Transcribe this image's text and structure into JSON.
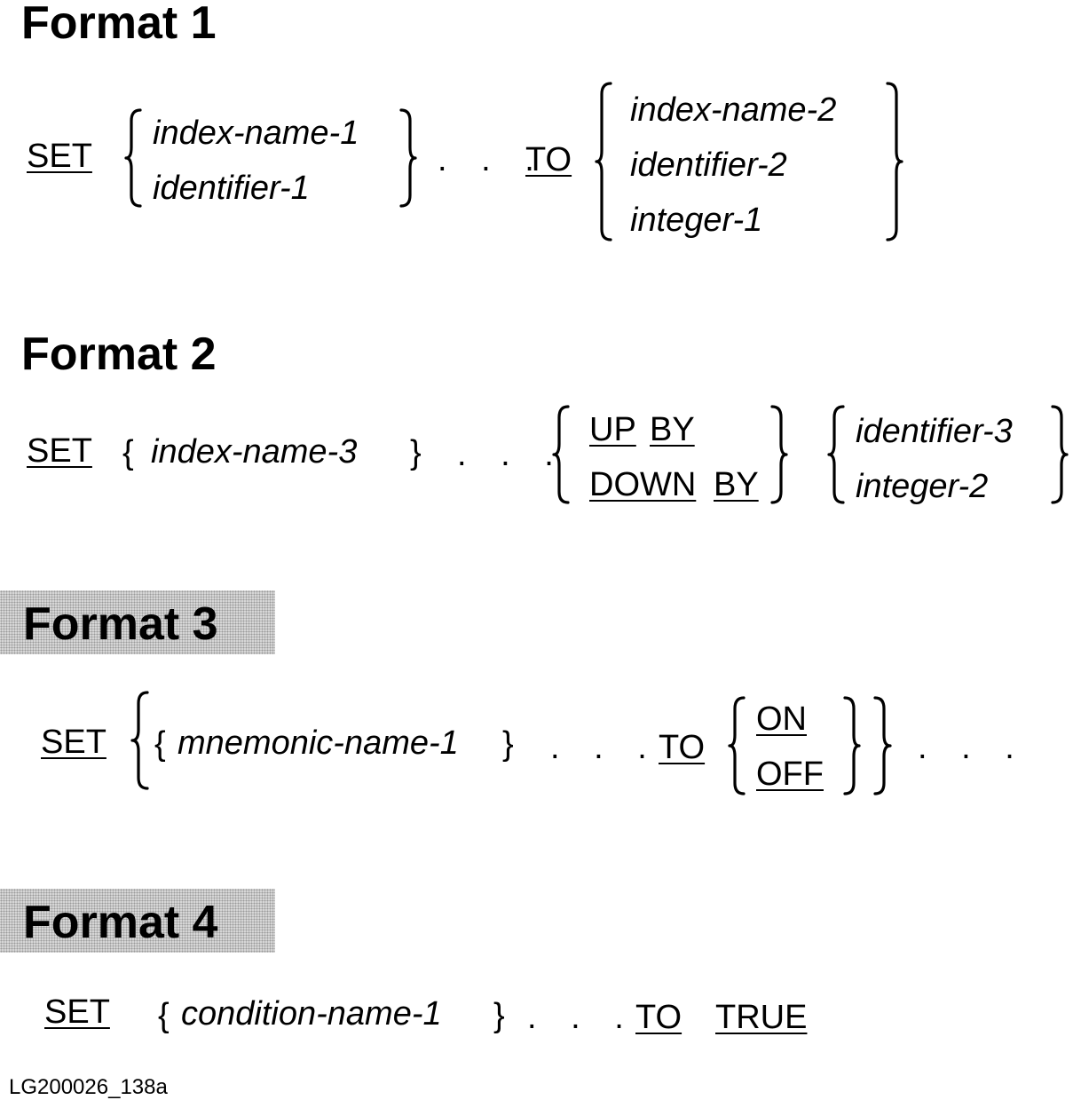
{
  "formats": [
    {
      "heading": "Format 1",
      "highlighted": false,
      "set": "SET",
      "group1": [
        "index-name-1",
        "identifier-1"
      ],
      "ellipsis": ". . .",
      "to": "TO",
      "group2": [
        "index-name-2",
        "identifier-2",
        "integer-1"
      ]
    },
    {
      "heading": "Format 2",
      "highlighted": false,
      "set": "SET",
      "open_brace": "{",
      "operand": "index-name-3",
      "close_brace": "}",
      "ellipsis": ". . .",
      "direction": [
        [
          "UP",
          "BY"
        ],
        [
          "DOWN",
          "BY"
        ]
      ],
      "group2": [
        "identifier-3",
        "integer-2"
      ]
    },
    {
      "heading": "Format 3",
      "highlighted": true,
      "set": "SET",
      "open_brace": "{",
      "operand": "mnemonic-name-1",
      "close_brace": "}",
      "ellipsis": ". . .",
      "to": "TO",
      "options": [
        "ON",
        "OFF"
      ],
      "trailing_ellipsis": ". . ."
    },
    {
      "heading": "Format 4",
      "highlighted": true,
      "set": "SET",
      "open_brace": "{",
      "operand": "condition-name-1",
      "close_brace": "}",
      "ellipsis": ". . .",
      "to": "TO",
      "value": "TRUE"
    }
  ],
  "figure_id": "LG200026_138a",
  "colors": {
    "text": "#000000",
    "highlight": "#d6d6d6",
    "background": "#ffffff"
  }
}
